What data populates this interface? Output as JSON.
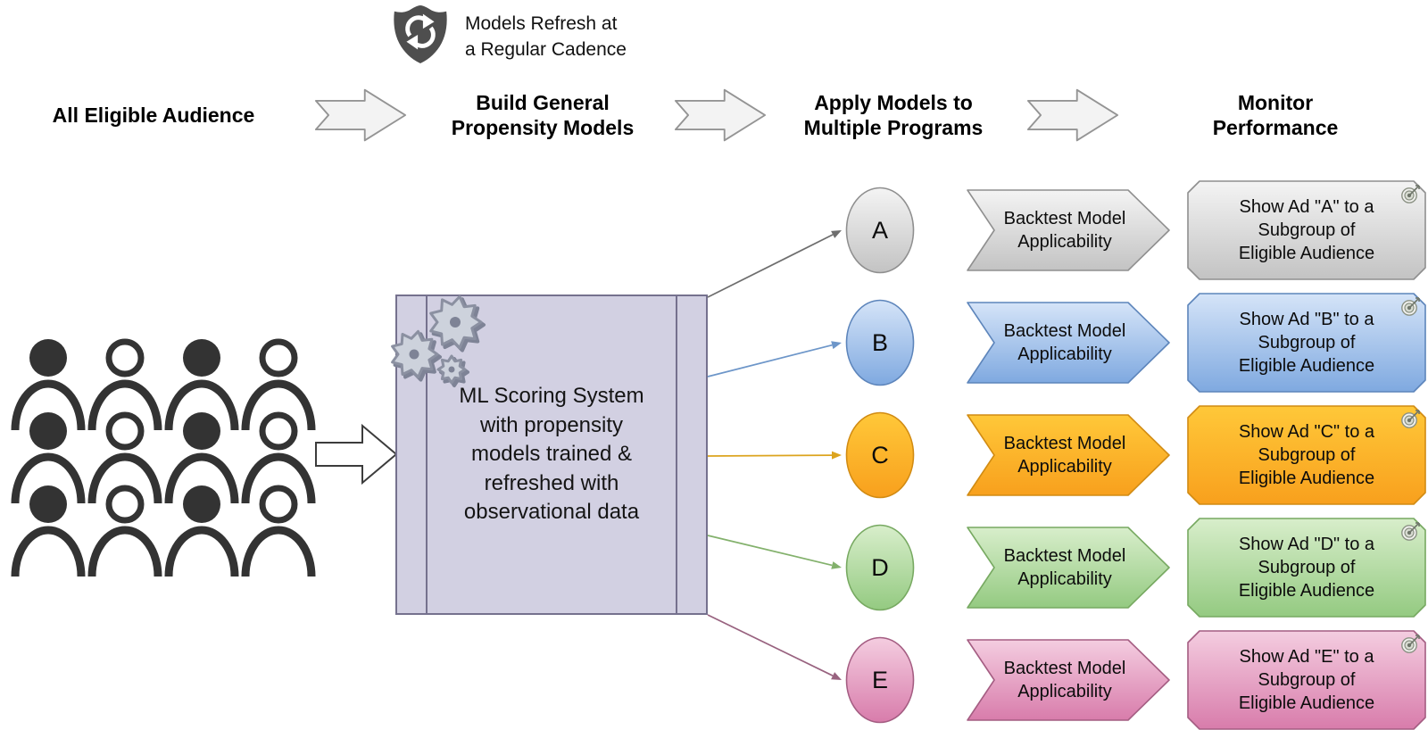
{
  "refresh_note": "Models Refresh at\na Regular Cadence",
  "header_steps": [
    "All Eligible Audience",
    "Build General\nPropensity Models",
    "Apply Models to\nMultiple Programs",
    "Monitor Performance"
  ],
  "ml_box_text": "ML Scoring System\nwith propensity\nmodels trained &\nrefreshed with\nobservational data",
  "programs": [
    {
      "letter": "A",
      "backtest": "Backtest Model\nApplicability",
      "show_ad": "Show Ad \"A\" to a\nSubgroup of\nEligible Audience",
      "colors": {
        "light": "#f4f4f4",
        "dark": "#c3c3c3",
        "border": "#8f8f8f",
        "arrow": "#6e6e6e"
      }
    },
    {
      "letter": "B",
      "backtest": "Backtest Model\nApplicability",
      "show_ad": "Show Ad \"B\" to a\nSubgroup of\nEligible Audience",
      "colors": {
        "light": "#d5e4f8",
        "dark": "#7fa9e0",
        "border": "#5d85bb",
        "arrow": "#6d96c9"
      }
    },
    {
      "letter": "C",
      "backtest": "Backtest Model\nApplicability",
      "show_ad": "Show Ad \"C\" to a\nSubgroup of\nEligible Audience",
      "colors": {
        "light": "#ffc839",
        "dark": "#f8a01d",
        "border": "#d18b13",
        "arrow": "#dca41e"
      }
    },
    {
      "letter": "D",
      "backtest": "Backtest Model\nApplicability",
      "show_ad": "Show Ad \"D\" to a\nSubgroup of\nEligible Audience",
      "colors": {
        "light": "#d8eecb",
        "dark": "#94ca81",
        "border": "#77a961",
        "arrow": "#83b16c"
      }
    },
    {
      "letter": "E",
      "backtest": "Backtest Model\nApplicability",
      "show_ad": "Show Ad \"E\" to a\nSubgroup of\nEligible Audience",
      "colors": {
        "light": "#f4cde0",
        "dark": "#d87cab",
        "border": "#a45d82",
        "arrow": "#98627f"
      }
    }
  ],
  "crowd_rows": [
    [
      "filled",
      "outline",
      "filled",
      "outline"
    ],
    [
      "filled",
      "outline",
      "filled",
      "outline"
    ],
    [
      "filled",
      "outline",
      "filled",
      "outline"
    ]
  ],
  "icons": {
    "shield": "shield-refresh-icon",
    "gears": "gears-icon",
    "target": "target-icon",
    "person": "person-icon"
  }
}
